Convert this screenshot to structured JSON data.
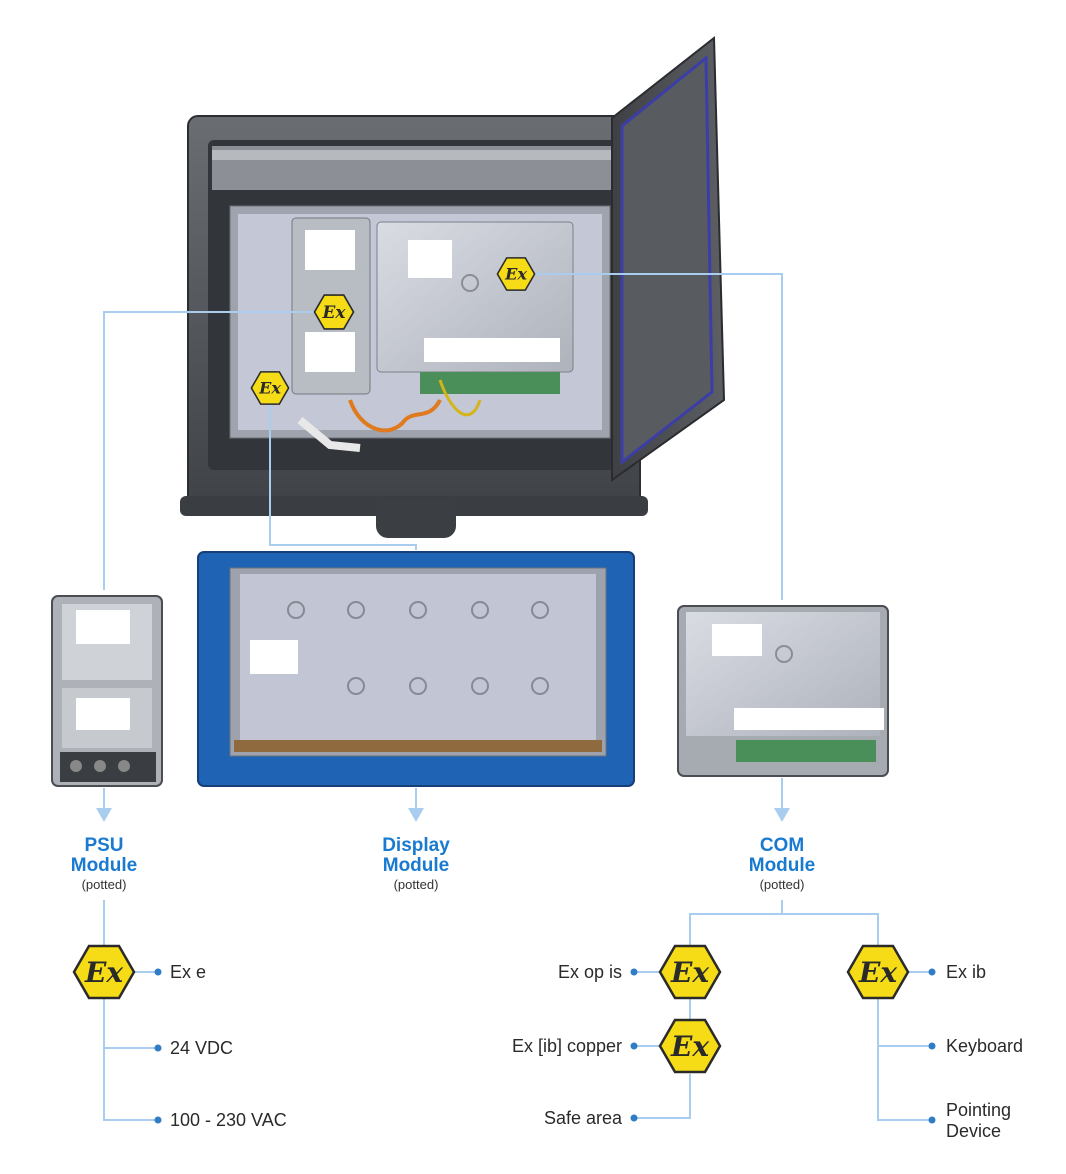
{
  "modules": {
    "psu": {
      "line1": "PSU",
      "line2": "Module",
      "note": "(potted)"
    },
    "display": {
      "line1": "Display",
      "line2": "Module",
      "note": "(potted)"
    },
    "com": {
      "line1": "COM",
      "line2": "Module",
      "note": "(potted)"
    }
  },
  "ex_badge_text": "Ex",
  "psu_outputs": [
    "Ex e",
    "24 VDC",
    "100 - 230 VAC"
  ],
  "com_left_outputs": [
    "Ex op is",
    "Ex [ib] copper",
    "Safe area"
  ],
  "com_right_outputs": [
    "Ex ib",
    "Keyboard",
    "Pointing",
    "Device"
  ],
  "colors": {
    "connector": "#a9cdee",
    "module_title": "#1a7ad0",
    "ex_yellow": "#f5dc16",
    "ex_outline": "#2a2a2a",
    "enclosure": "#4f5357",
    "display_bezel": "#1f63b5"
  }
}
